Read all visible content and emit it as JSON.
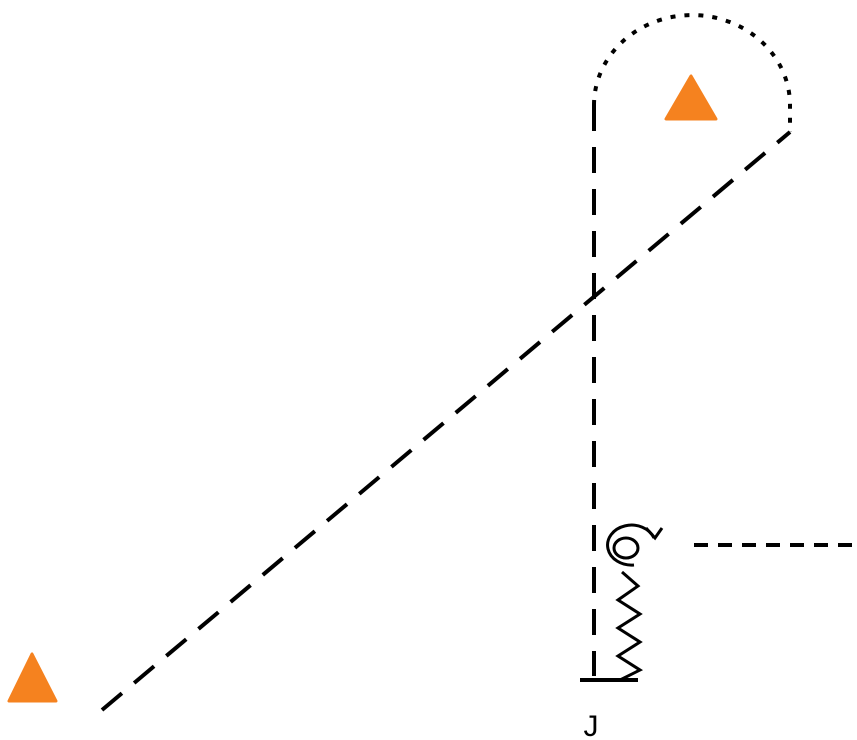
{
  "diagram": {
    "labels": {
      "node_j": "J"
    },
    "colors": {
      "line": "#000000",
      "marker": "#f5821f",
      "background": "#ffffff"
    },
    "markers": [
      {
        "name": "top-right-marker",
        "shape": "triangle-icon"
      },
      {
        "name": "bottom-left-marker",
        "shape": "triangle-icon"
      }
    ],
    "symbols": {
      "rotation": "rotation-arrow-icon",
      "spring": "spring-icon",
      "base": "ground-base-icon"
    }
  }
}
